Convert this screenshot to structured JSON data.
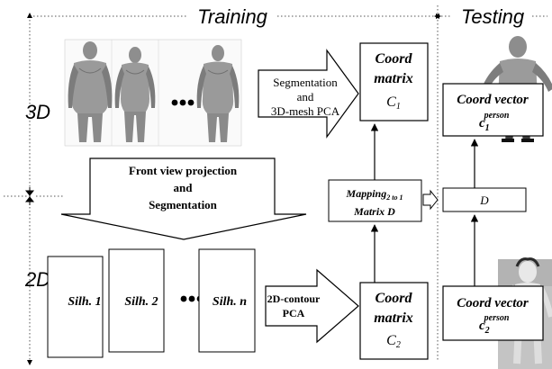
{
  "sections": {
    "training": "Training",
    "testing": "Testing"
  },
  "rows": {
    "row_3d": "3D",
    "row_2d": "2D"
  },
  "ellipsis": "•••",
  "arrows": {
    "segmentation_3d": {
      "line1": "Segmentation",
      "line2": "and",
      "line3": "3D-mesh PCA"
    },
    "projection": {
      "line1": "Front view projection",
      "line2": "and",
      "line3": "Segmentation"
    },
    "contour_pca": {
      "line1": "2D-contour",
      "line2": "PCA"
    }
  },
  "boxes": {
    "coord_matrix_c1": {
      "line1": "Coord",
      "line2": "matrix",
      "sym": "C",
      "sub": "1"
    },
    "coord_matrix_c2": {
      "line1": "Coord",
      "line2": "matrix",
      "sym": "C",
      "sub": "2"
    },
    "mapping": {
      "line1_main": "Mapping",
      "line1_sub": "2 to 1",
      "line2": "Matrix D"
    },
    "d_box": {
      "label": "D"
    },
    "coord_vector_c1": {
      "line1": "Coord vector",
      "sym": "c",
      "sub": "1",
      "sup": "person"
    },
    "coord_vector_c2": {
      "line1": "Coord vector",
      "sym": "c",
      "sub": "2",
      "sup": "person"
    }
  },
  "silhouettes": [
    {
      "label": "Silh. 1"
    },
    {
      "label": "Silh. 2"
    },
    {
      "label": "Silh. n"
    }
  ],
  "colors": {
    "ink": "#000000",
    "mesh": "#9a9a9a",
    "mesh_dark": "#6f6f6f",
    "photo_bg": "#bdbdbd",
    "separator": "#555555"
  }
}
